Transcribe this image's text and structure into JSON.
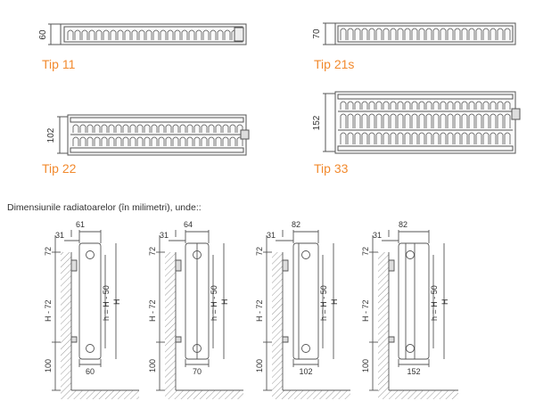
{
  "types": [
    {
      "name": "Tip 11",
      "height": "60"
    },
    {
      "name": "Tip 21s",
      "height": "70"
    },
    {
      "name": "Tip 22",
      "height": "102"
    },
    {
      "name": "Tip 33",
      "height": "152"
    }
  ],
  "caption": "Dimensiunile radiatoarelor (în milimetri), unde::",
  "details": [
    {
      "top": "61",
      "side": "31",
      "bottom": "60"
    },
    {
      "top": "64",
      "side": "31",
      "bottom": "70"
    },
    {
      "top": "82",
      "side": "31",
      "bottom": "102"
    },
    {
      "top": "82",
      "side": "31",
      "bottom": "152"
    }
  ],
  "dim_labels": {
    "top_offset": "72",
    "wall_height": "H - 72",
    "floor_gap": "100",
    "inner_height": "h = H - 50",
    "total_height": "H"
  },
  "colors": {
    "accent": "#f28a2e",
    "line": "#555555",
    "hatch": "#9a9a9a"
  }
}
